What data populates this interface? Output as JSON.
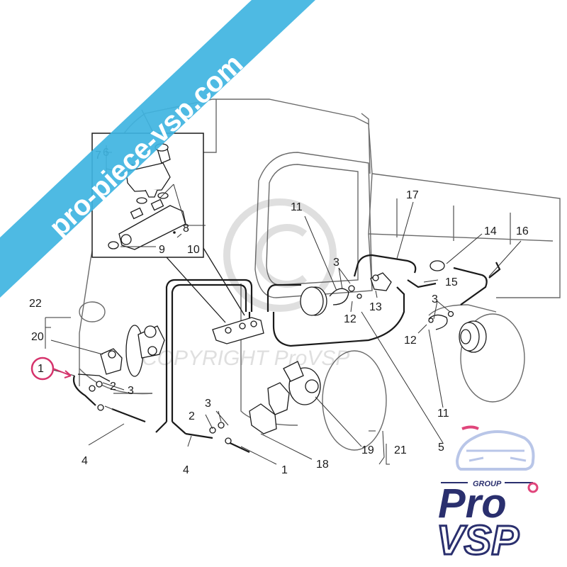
{
  "banner": {
    "text": "pro-piece-vsp.com",
    "color": "#3fb4e1"
  },
  "watermark": {
    "text": "COPYRIGHT ProVSP"
  },
  "logo": {
    "group": "GROUP",
    "pro": "Pro",
    "vsp": "VSP",
    "dark_color": "#2a2f6e",
    "accent_color": "#e0457b",
    "light_color": "#b9c6e8"
  },
  "highlight": {
    "part": "1",
    "color": "#d6336c"
  },
  "callouts": {
    "c1a": "1",
    "c1b": "1",
    "c2a": "2",
    "c2b": "2",
    "c3a": "3",
    "c3b": "3",
    "c3c": "3",
    "c3d": "3",
    "c4a": "4",
    "c4b": "4",
    "c5": "5",
    "c6": "6",
    "c7": "7",
    "c8": "8",
    "c9": "9",
    "c10": "10",
    "c11a": "11",
    "c11b": "11",
    "c12a": "12",
    "c12b": "12",
    "c13": "13",
    "c14": "14",
    "c15": "15",
    "c16": "16",
    "c17": "17",
    "c18": "18",
    "c19": "19",
    "c20": "20",
    "c21": "21",
    "c22": "22"
  }
}
